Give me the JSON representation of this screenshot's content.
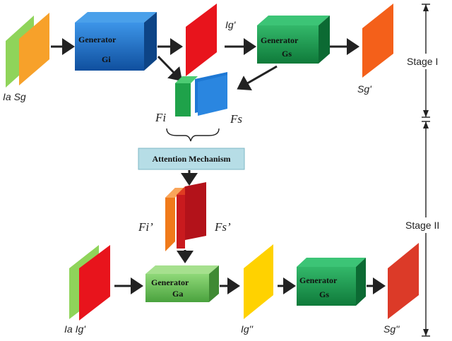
{
  "labels": {
    "ia_sg": "Ia Sg",
    "ig_prime": "Ig'",
    "sg_prime": "Sg'",
    "fi": "Fi",
    "fs": "Fs",
    "fi_prime": "Fi’",
    "fs_prime": "Fs’",
    "ia_ig_prime": "Ia Ig'",
    "ig_double_prime": "Ig''",
    "sg_double_prime": "Sg''"
  },
  "generators": {
    "gi": {
      "title": "Generator",
      "name": "Gi",
      "color": "#1f6fc9"
    },
    "gs1": {
      "title": "Generator",
      "name": "Gs",
      "color": "#1a9e52"
    },
    "ga": {
      "title": "Generator",
      "name": "Ga",
      "color": "#6cc25a"
    },
    "gs2": {
      "title": "Generator",
      "name": "Gs",
      "color": "#1a9e52"
    }
  },
  "attention": {
    "label": "Attention Mechanism",
    "color": "#b6dde6"
  },
  "stages": {
    "stage1": "Stage I",
    "stage2": "Stage II"
  },
  "colors": {
    "green_light": "#8fd45a",
    "orange": "#f7a12a",
    "red": "#e8141c",
    "orange_red": "#f4601a",
    "green": "#1fa24a",
    "blue": "#1e78d4",
    "orange2": "#f07a1a",
    "dark_red": "#b3121a",
    "yellow": "#ffd200",
    "red2": "#dc3a28"
  }
}
